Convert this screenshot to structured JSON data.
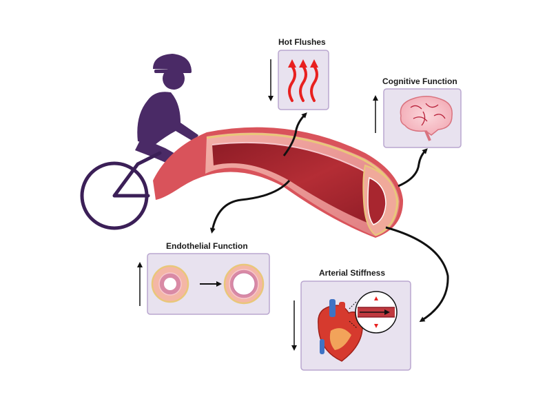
{
  "panels": {
    "hot_flushes": {
      "title": "Hot Flushes",
      "direction": "decrease"
    },
    "cognitive_function": {
      "title": "Cognitive Function",
      "direction": "increase"
    },
    "endothelial_function": {
      "title": "Endothelial Function",
      "direction": "increase"
    },
    "arterial_stiffness": {
      "title": "Arterial Stiffness",
      "direction": "decrease"
    }
  },
  "colors": {
    "cyclist": "#4a2a66",
    "panel_fill": "#e8e2ef",
    "panel_border": "#b9a6cf",
    "vessel_outer": "#e8858a",
    "vessel_lumen": "#a8262f",
    "heat_arrows": "#e8201f"
  },
  "icons": [
    "cyclist-icon",
    "blood-vessel-icon",
    "heat-waves-icon",
    "brain-icon",
    "vessel-cross-section-icon",
    "heart-icon"
  ]
}
